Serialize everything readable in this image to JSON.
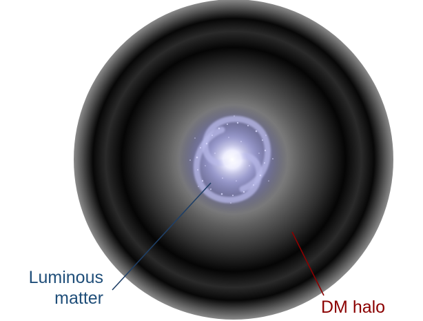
{
  "labels": {
    "luminous_line1": "Luminous",
    "luminous_line2": "matter",
    "halo": "DM halo"
  },
  "colors": {
    "luminous_text": "#1f4e79",
    "luminous_line": "#1f3f66",
    "halo_text": "#8b0000",
    "halo_line": "#8b0000",
    "halo_dark": "#000000",
    "halo_light": "#8a8a8a",
    "galaxy_core": "#ffffff",
    "galaxy_arm": "#8f90c8"
  }
}
